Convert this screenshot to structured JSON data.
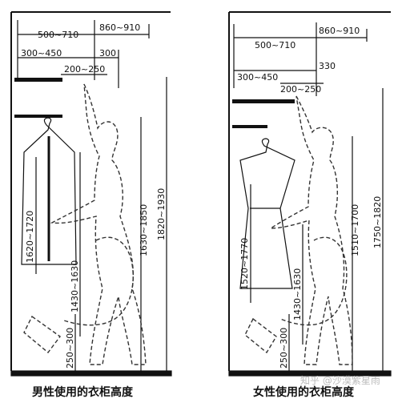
{
  "panels": [
    {
      "caption": "男性使用的衣柜高度",
      "top_dims": {
        "reach_range": "500~710",
        "top_gap": "860~910",
        "shelf_depth": "300~450",
        "rail_gap": "300",
        "hand_gap": "200~250"
      },
      "vertical_dims": {
        "garment": "1620~1720",
        "hanger": "1430~1630",
        "lower": "250~300",
        "shoulder": "1630~1850",
        "total": "1820~1930"
      }
    },
    {
      "caption": "女性使用的衣柜高度",
      "top_dims": {
        "reach_range": "500~710",
        "top_gap": "860~910",
        "shelf_depth": "300~450",
        "rail_gap": "330",
        "hand_gap": "200~250"
      },
      "vertical_dims": {
        "garment": "1520~1770",
        "hanger": "1430~1630",
        "lower": "250~300",
        "shoulder": "1510~1700",
        "total": "1750~1820"
      }
    }
  ],
  "watermark": "知乎 @沙漠紫星雨",
  "colors": {
    "line": "#111111",
    "figure": "#333333",
    "watermark": "#bbbbbb"
  }
}
